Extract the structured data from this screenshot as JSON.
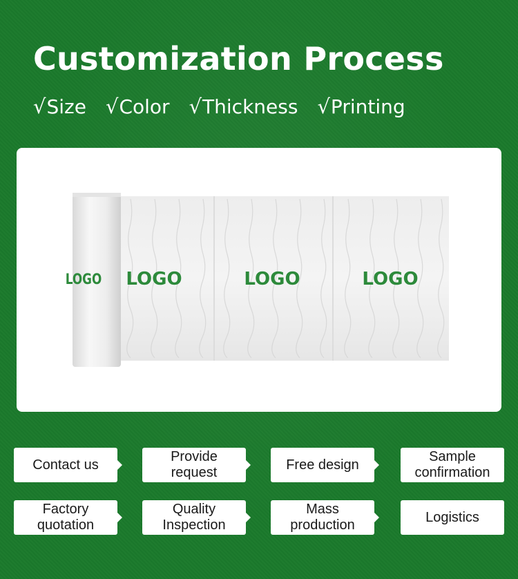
{
  "header": {
    "title": "Customization Process",
    "features": [
      {
        "check": "√",
        "label": "Size"
      },
      {
        "check": "√",
        "label": "Color"
      },
      {
        "check": "√",
        "label": "Thickness"
      },
      {
        "check": "√",
        "label": "Printing"
      }
    ]
  },
  "product": {
    "logo_roll": "LOGO",
    "logo_1": "LOGO",
    "logo_2": "LOGO",
    "logo_3": "LOGO",
    "logo_color": "#2d8a3b"
  },
  "process": {
    "steps": [
      "Contact us",
      "Provide\nrequest",
      "Free design",
      "Sample\nconfirmation",
      "Factory\nquotation",
      "Quality\nInspection",
      "Mass\nproduction",
      "Logistics"
    ]
  },
  "colors": {
    "background": "#1b7a2c",
    "panel": "#ffffff",
    "text": "#1a1a1a"
  }
}
